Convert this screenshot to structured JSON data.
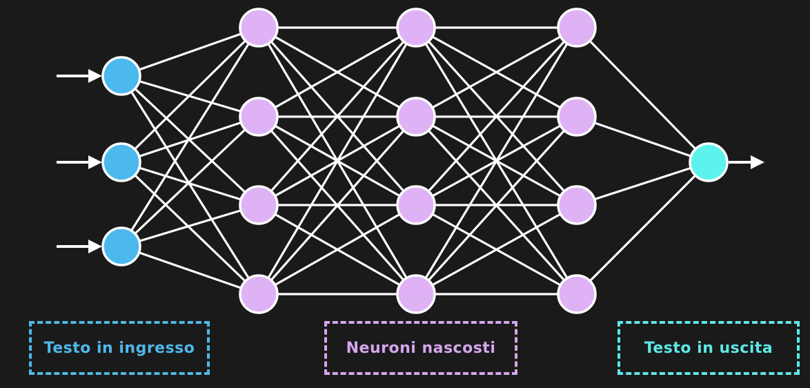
{
  "colors": {
    "background": "#1a1a1a",
    "edge": "#ffffff",
    "input_neuron": "#4cb9ee",
    "hidden_neuron": "#deb2f4",
    "output_neuron": "#5ef2ee",
    "neuron_stroke": "#ffffff"
  },
  "layers": [
    {
      "role": "input",
      "neurons": 3
    },
    {
      "role": "hidden",
      "neurons": 4
    },
    {
      "role": "hidden",
      "neurons": 4
    },
    {
      "role": "hidden",
      "neurons": 4
    },
    {
      "role": "output",
      "neurons": 1
    }
  ],
  "labels": {
    "input": "Testo in ingresso",
    "hidden": "Neuroni nascosti",
    "output": "Testo in uscita"
  }
}
